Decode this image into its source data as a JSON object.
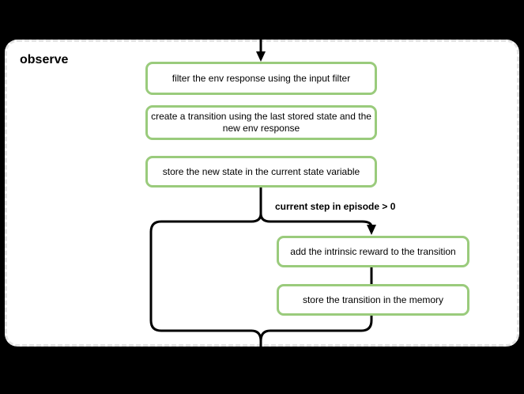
{
  "canvas": {
    "background_color": "#000000"
  },
  "container": {
    "label": "observe",
    "background_color": "#ffffff",
    "border_color": "#e3e3e3",
    "border_style": "dashed"
  },
  "flow": {
    "steps": [
      {
        "label": "filter the env response using the input filter"
      },
      {
        "label": "create a transition using the last stored state and the\nnew env response"
      },
      {
        "label": "store the new state in the current state variable"
      }
    ],
    "branch": {
      "condition": "current step in episode > 0",
      "steps": [
        {
          "label": "add the intrinsic reward to the transition"
        },
        {
          "label": "store the transition in the memory"
        }
      ]
    },
    "colors": {
      "step_border": "#9acb7c",
      "step_fill": "#ffffff",
      "line": "#000000",
      "text": "#000000"
    }
  }
}
